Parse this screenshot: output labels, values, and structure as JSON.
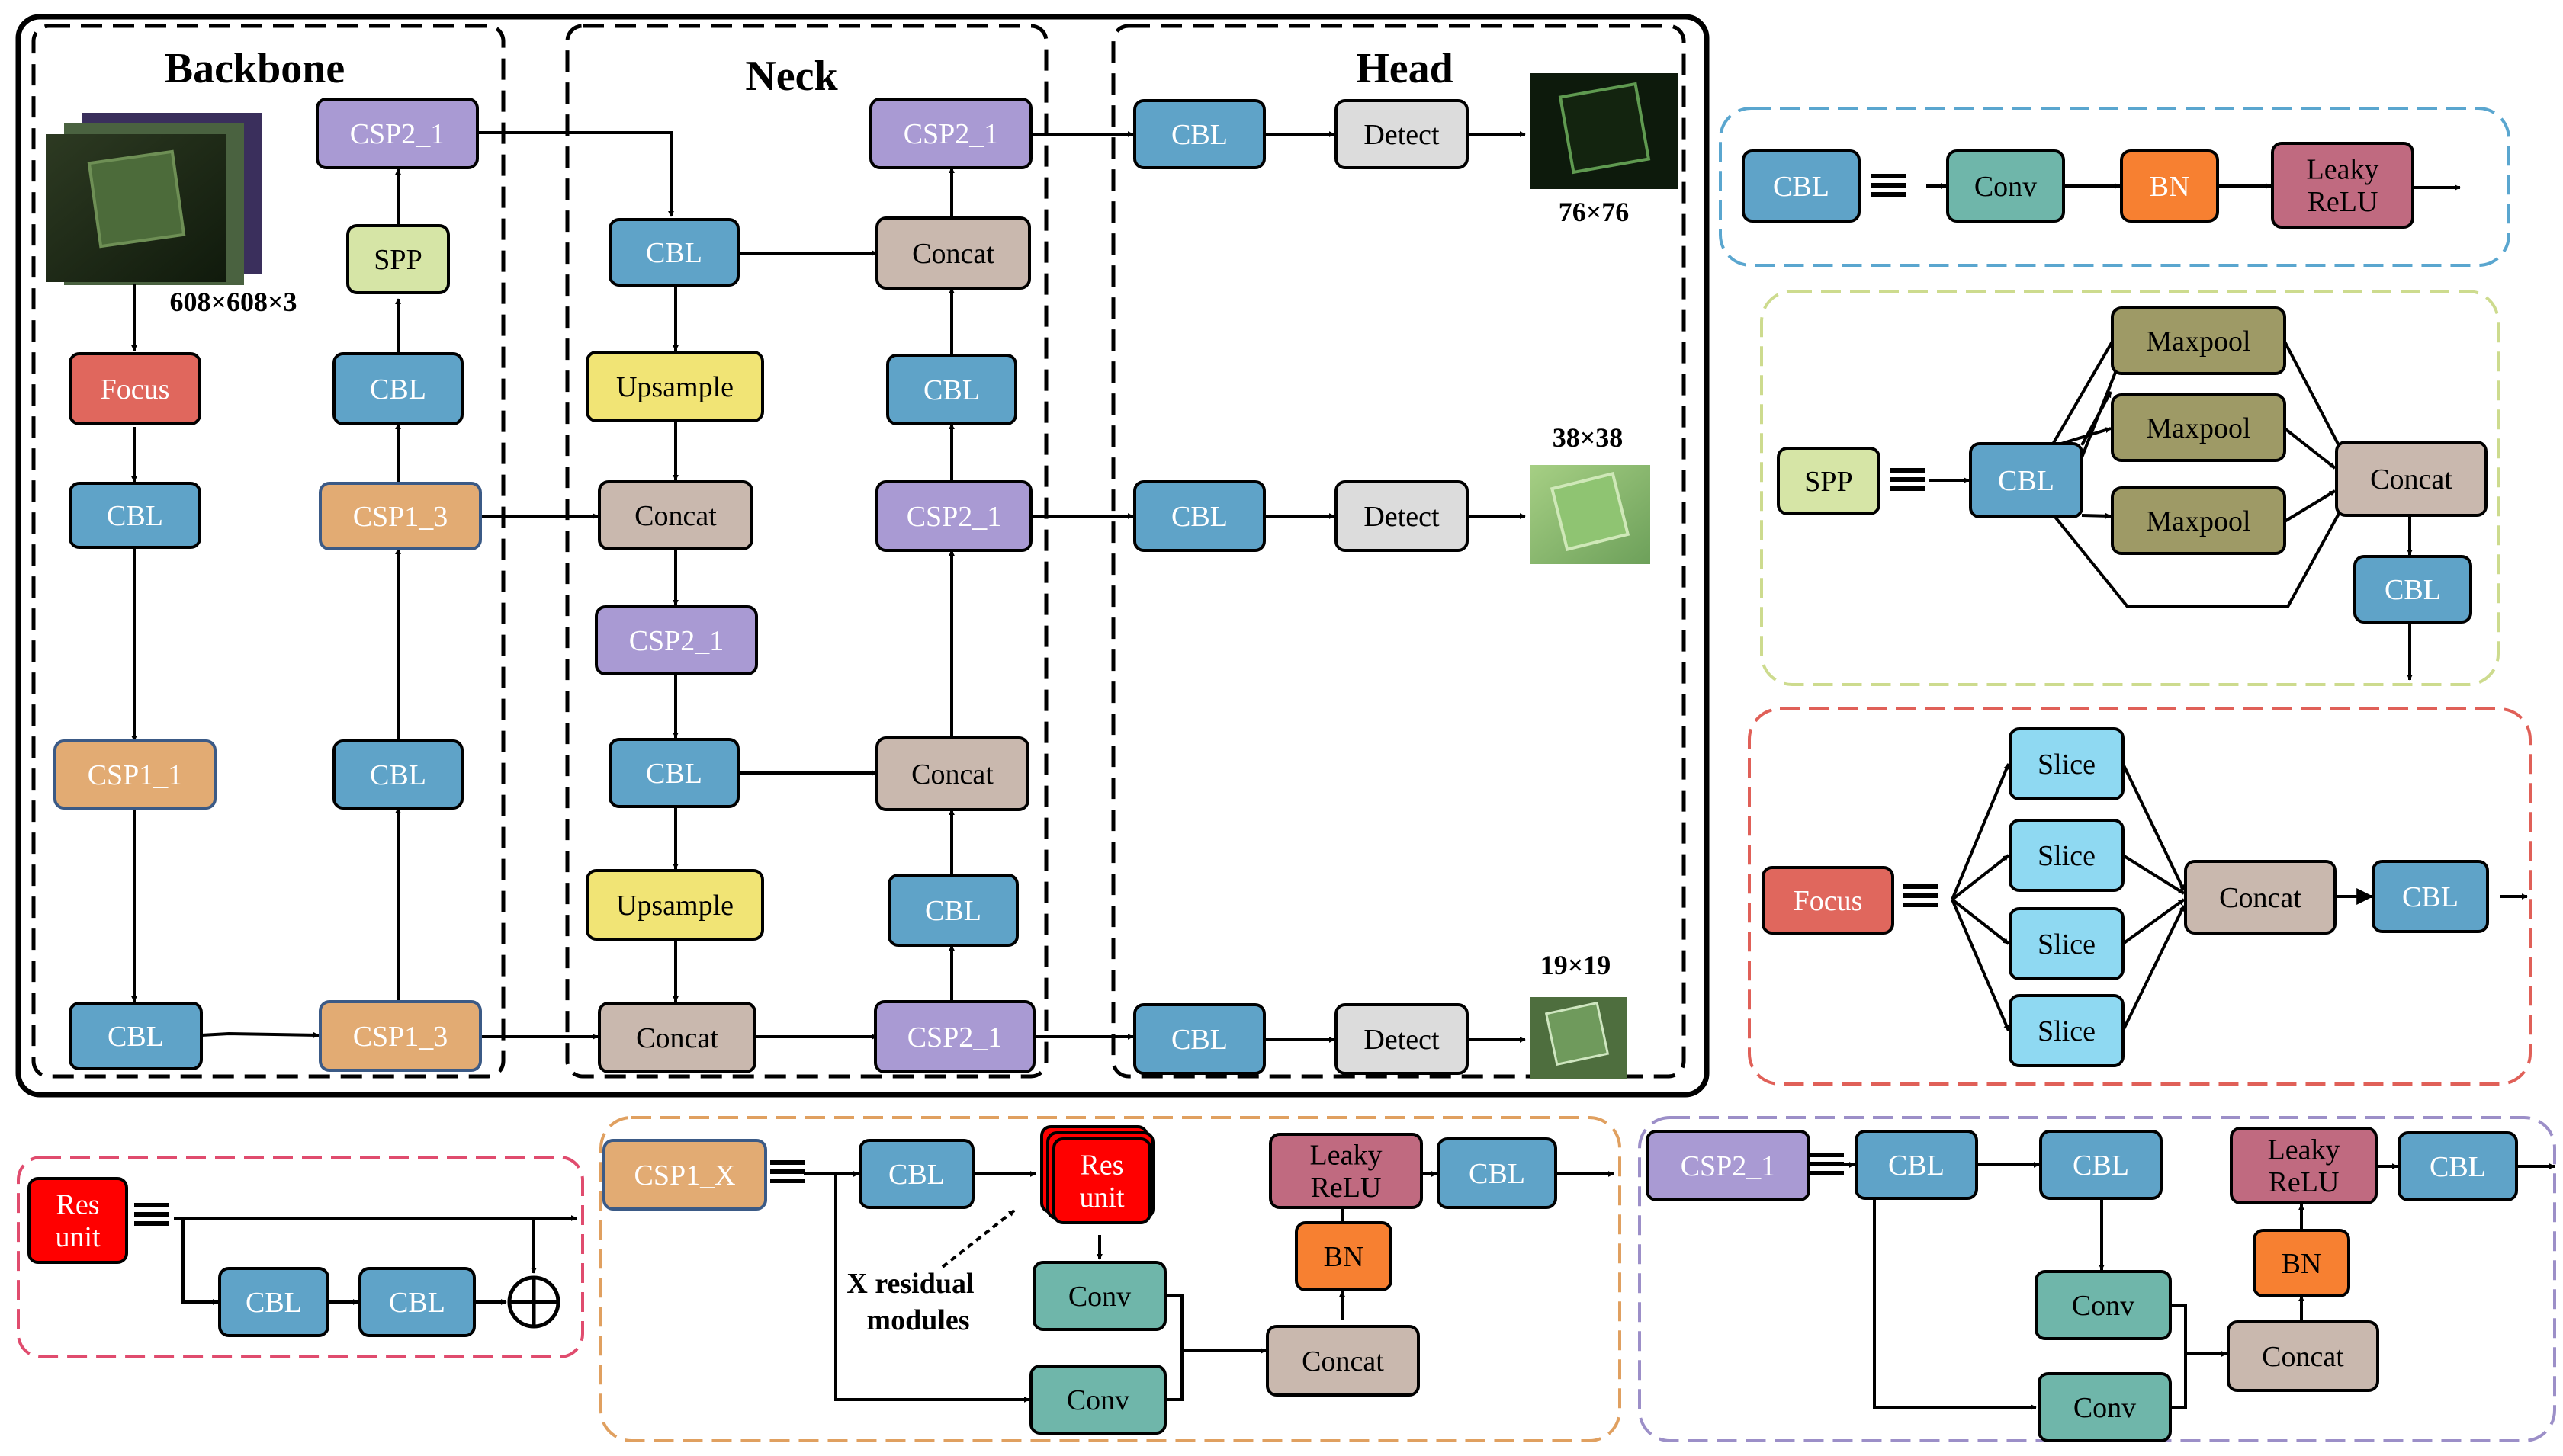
{
  "colors": {
    "cbl": "#5fa3c8",
    "csp1": "#e2ab73",
    "csp2": "#a99ad3",
    "spp": "#d6e5a6",
    "focus": "#e0675d",
    "concat": "#c9b8ae",
    "upsample": "#f1e475",
    "detect": "#dcdcdc",
    "conv": "#6fb6aa",
    "bn": "#f78031",
    "leaky": "#c06a80",
    "maxpool": "#9e9a66",
    "slice": "#8fd9f2",
    "res": "#ff0000",
    "frame_cbl": "#5aa6cf",
    "frame_spp": "#cddb8e",
    "frame_focus": "#e06058",
    "frame_res": "#e04c6e",
    "frame_csp1": "#e0a060",
    "frame_csp2": "#9c8fc8"
  },
  "sections": {
    "backbone": "Backbone",
    "neck": "Neck",
    "head": "Head"
  },
  "sizes": {
    "input": "608×608×3",
    "out_large": "76×76",
    "out_medium": "38×38",
    "out_small": "19×19"
  },
  "labels": {
    "cbl": "CBL",
    "focus": "Focus",
    "csp1_1": "CSP1_1",
    "csp1_3": "CSP1_3",
    "csp2_1": "CSP2_1",
    "csp1_x": "CSP1_X",
    "spp": "SPP",
    "upsample": "Upsample",
    "concat": "Concat",
    "detect": "Detect",
    "conv": "Conv",
    "bn": "BN",
    "leaky_1": "Leaky",
    "leaky_2": "ReLU",
    "maxpool": "Maxpool",
    "slice": "Slice",
    "res_1": "Res",
    "res_2": "unit",
    "x_res_1": "X residual",
    "x_res_2": "modules"
  }
}
